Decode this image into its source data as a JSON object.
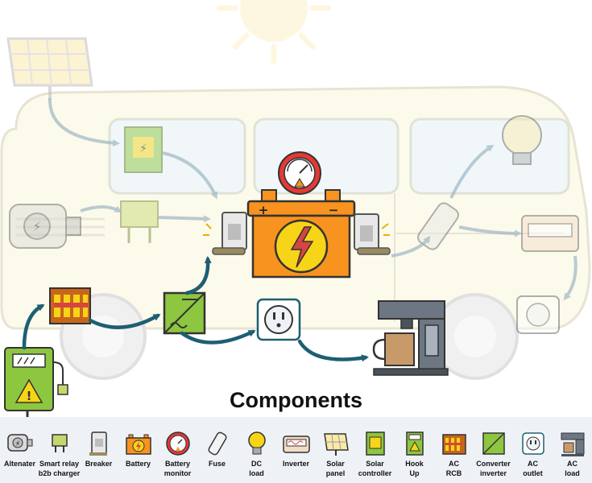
{
  "heading": "Components",
  "components": [
    {
      "icon": "alternator-icon",
      "label": "Altenater"
    },
    {
      "icon": "smart-relay-icon",
      "label": "Smart relay\nb2b charger"
    },
    {
      "icon": "breaker-icon",
      "label": "Breaker"
    },
    {
      "icon": "battery-icon",
      "label": "Battery"
    },
    {
      "icon": "battery-monitor-icon",
      "label": "Battery\nmonitor"
    },
    {
      "icon": "fuse-icon",
      "label": "Fuse"
    },
    {
      "icon": "dc-load-icon",
      "label": "DC\nload"
    },
    {
      "icon": "inverter-icon",
      "label": "Inverter"
    },
    {
      "icon": "solar-panel-icon",
      "label": "Solar\npanel"
    },
    {
      "icon": "solar-controller-icon",
      "label": "Solar\ncontroller"
    },
    {
      "icon": "hook-up-icon",
      "label": "Hook\nUp"
    },
    {
      "icon": "ac-rcb-icon",
      "label": "AC\nRCB"
    },
    {
      "icon": "converter-inverter-icon",
      "label": "Converter\ninverter"
    },
    {
      "icon": "ac-outlet-icon",
      "label": "AC\noutlet"
    },
    {
      "icon": "ac-load-icon",
      "label": "AC\nload"
    }
  ],
  "colors": {
    "arrow": "#1d5f73",
    "battery": "#f7931e",
    "bolt": "#f7d417",
    "monitor": "#e53935",
    "hookup": "#8dc63f",
    "van_body": "#fbf7dc",
    "legend_bg": "#eef2f7"
  }
}
